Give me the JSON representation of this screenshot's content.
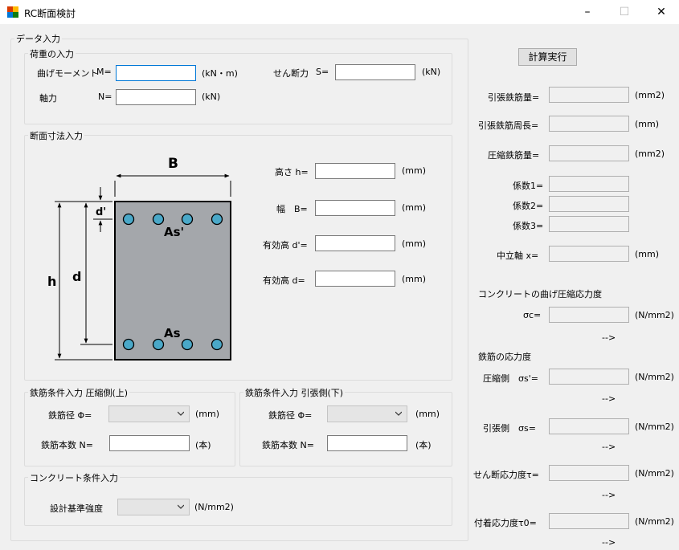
{
  "window": {
    "title": "RC断面検討",
    "minimize": "–",
    "maximize": "☐",
    "close": "✕"
  },
  "data_input": {
    "legend": "データ入力"
  },
  "load_input": {
    "legend": "荷重の入力",
    "moment_label": "曲げモーメント",
    "moment_symbol": "M=",
    "moment_value": "",
    "moment_unit": "(kN・m)",
    "axial_label": "軸力",
    "axial_symbol": "N=",
    "axial_value": "",
    "axial_unit": "(kN)",
    "shear_label": "せん断力",
    "shear_symbol": "S=",
    "shear_value": "",
    "shear_unit": "(kN)"
  },
  "section_input": {
    "legend": "断面寸法入力",
    "diagram": {
      "b": "B",
      "h": "h",
      "d": "d",
      "d_prime": "d'",
      "as_prime": "As'",
      "as": "As"
    },
    "height_label": "高さ h=",
    "height_value": "",
    "height_unit": "(mm)",
    "width_label": "幅　B=",
    "width_value": "",
    "width_unit": "(mm)",
    "eff_dp_label": "有効高 d'=",
    "eff_dp_value": "",
    "eff_dp_unit": "(mm)",
    "eff_d_label": "有効高 d=",
    "eff_d_value": "",
    "eff_d_unit": "(mm)"
  },
  "rebar_comp": {
    "legend": "鉄筋条件入力 圧縮側(上)",
    "dia_label": "鉄筋径 Φ=",
    "dia_value": "",
    "dia_unit": "(mm)",
    "count_label": "鉄筋本数 N=",
    "count_value": "",
    "count_unit": "(本)"
  },
  "rebar_tens": {
    "legend": "鉄筋条件入力 引張側(下)",
    "dia_label": "鉄筋径 Φ=",
    "dia_value": "",
    "dia_unit": "(mm)",
    "count_label": "鉄筋本数 N=",
    "count_value": "",
    "count_unit": "(本)"
  },
  "concrete": {
    "legend": "コンクリート条件入力",
    "strength_label": "設計基準強度",
    "strength_value": "",
    "strength_unit": "(N/mm2)"
  },
  "results": {
    "calc_button": "計算実行",
    "tension_area_label": "引張鉄筋量=",
    "tension_area_value": "",
    "tension_area_unit": "(mm2)",
    "tension_perim_label": "引張鉄筋周長=",
    "tension_perim_value": "",
    "tension_perim_unit": "(mm)",
    "comp_area_label": "圧縮鉄筋量=",
    "comp_area_value": "",
    "comp_area_unit": "(mm2)",
    "coef1_label": "係数1=",
    "coef1_value": "",
    "coef2_label": "係数2=",
    "coef2_value": "",
    "coef3_label": "係数3=",
    "coef3_value": "",
    "neutral_label": "中立軸 x=",
    "neutral_value": "",
    "neutral_unit": "(mm)",
    "concrete_stress_heading": "コンクリートの曲げ圧縮応力度",
    "sigma_c_label": "σc=",
    "sigma_c_value": "",
    "sigma_c_unit": "(N/mm2)",
    "sigma_c_arrow": "-->",
    "steel_stress_heading": "鉄筋の応力度",
    "sigma_s_comp_label": "圧縮側　σs'=",
    "sigma_s_comp_value": "",
    "sigma_s_comp_unit": "(N/mm2)",
    "sigma_s_comp_arrow": "-->",
    "sigma_s_tens_label": "引張側　σs=",
    "sigma_s_tens_value": "",
    "sigma_s_tens_unit": "(N/mm2)",
    "sigma_s_tens_arrow": "-->",
    "shear_stress_label": "せん断応力度τ=",
    "shear_stress_value": "",
    "shear_stress_unit": "(N/mm2)",
    "shear_stress_arrow": "-->",
    "bond_stress_label": "付着応力度τ0=",
    "bond_stress_value": "",
    "bond_stress_unit": "(N/mm2)",
    "bond_stress_arrow": "-->"
  },
  "colors": {
    "rebar": "#4aa8c8",
    "section_fill": "#a4a7ab",
    "focus_border": "#0078d7"
  }
}
